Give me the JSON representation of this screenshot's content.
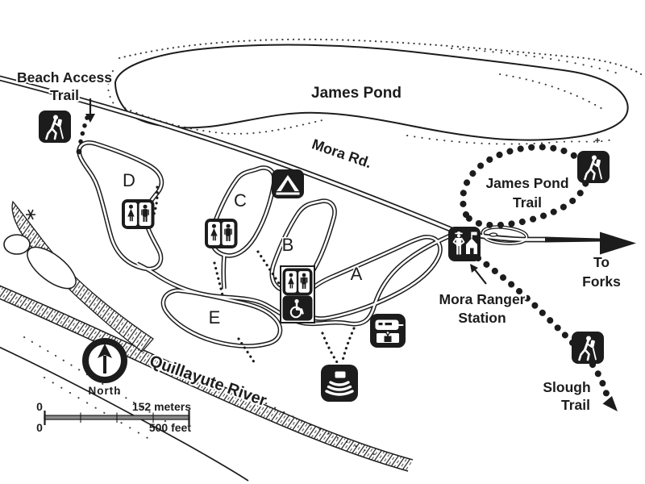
{
  "map": {
    "colors": {
      "ink": "#1c1c1c",
      "paper": "#ffffff"
    },
    "labels": {
      "beach_access_line1": "Beach Access",
      "beach_access_line2": "Trail",
      "james_pond": "James Pond",
      "mora_rd": "Mora Rd.",
      "james_pond_trail_line1": "James Pond",
      "james_pond_trail_line2": "Trail",
      "to_forks_line1": "To",
      "to_forks_line2": "Forks",
      "ranger_station_line1": "Mora Ranger",
      "ranger_station_line2": "Station",
      "slough_trail_line1": "Slough",
      "slough_trail_line2": "Trail",
      "quillayute_river": "Quillayute River",
      "north": "North"
    },
    "loops": [
      {
        "label": "D"
      },
      {
        "label": "C"
      },
      {
        "label": "B"
      },
      {
        "label": "A"
      },
      {
        "label": "E"
      }
    ],
    "scale_bar": {
      "zero_meters": "0",
      "meters_label": "152 meters",
      "zero_feet": "0",
      "feet_label": "500 feet"
    },
    "icons": [
      "hiker-icon (Beach Access trailhead)",
      "hiker-icon (James Pond Trail)",
      "hiker-icon (Slough Trail)",
      "restroom-icon (Loop D)",
      "restroom-icon (Loop C)",
      "accessible-restroom-icon (Loop B)",
      "campground-tent-icon",
      "rv-dump-station-icon",
      "amphitheater-icon",
      "ranger-station-icon",
      "north-arrow"
    ]
  }
}
